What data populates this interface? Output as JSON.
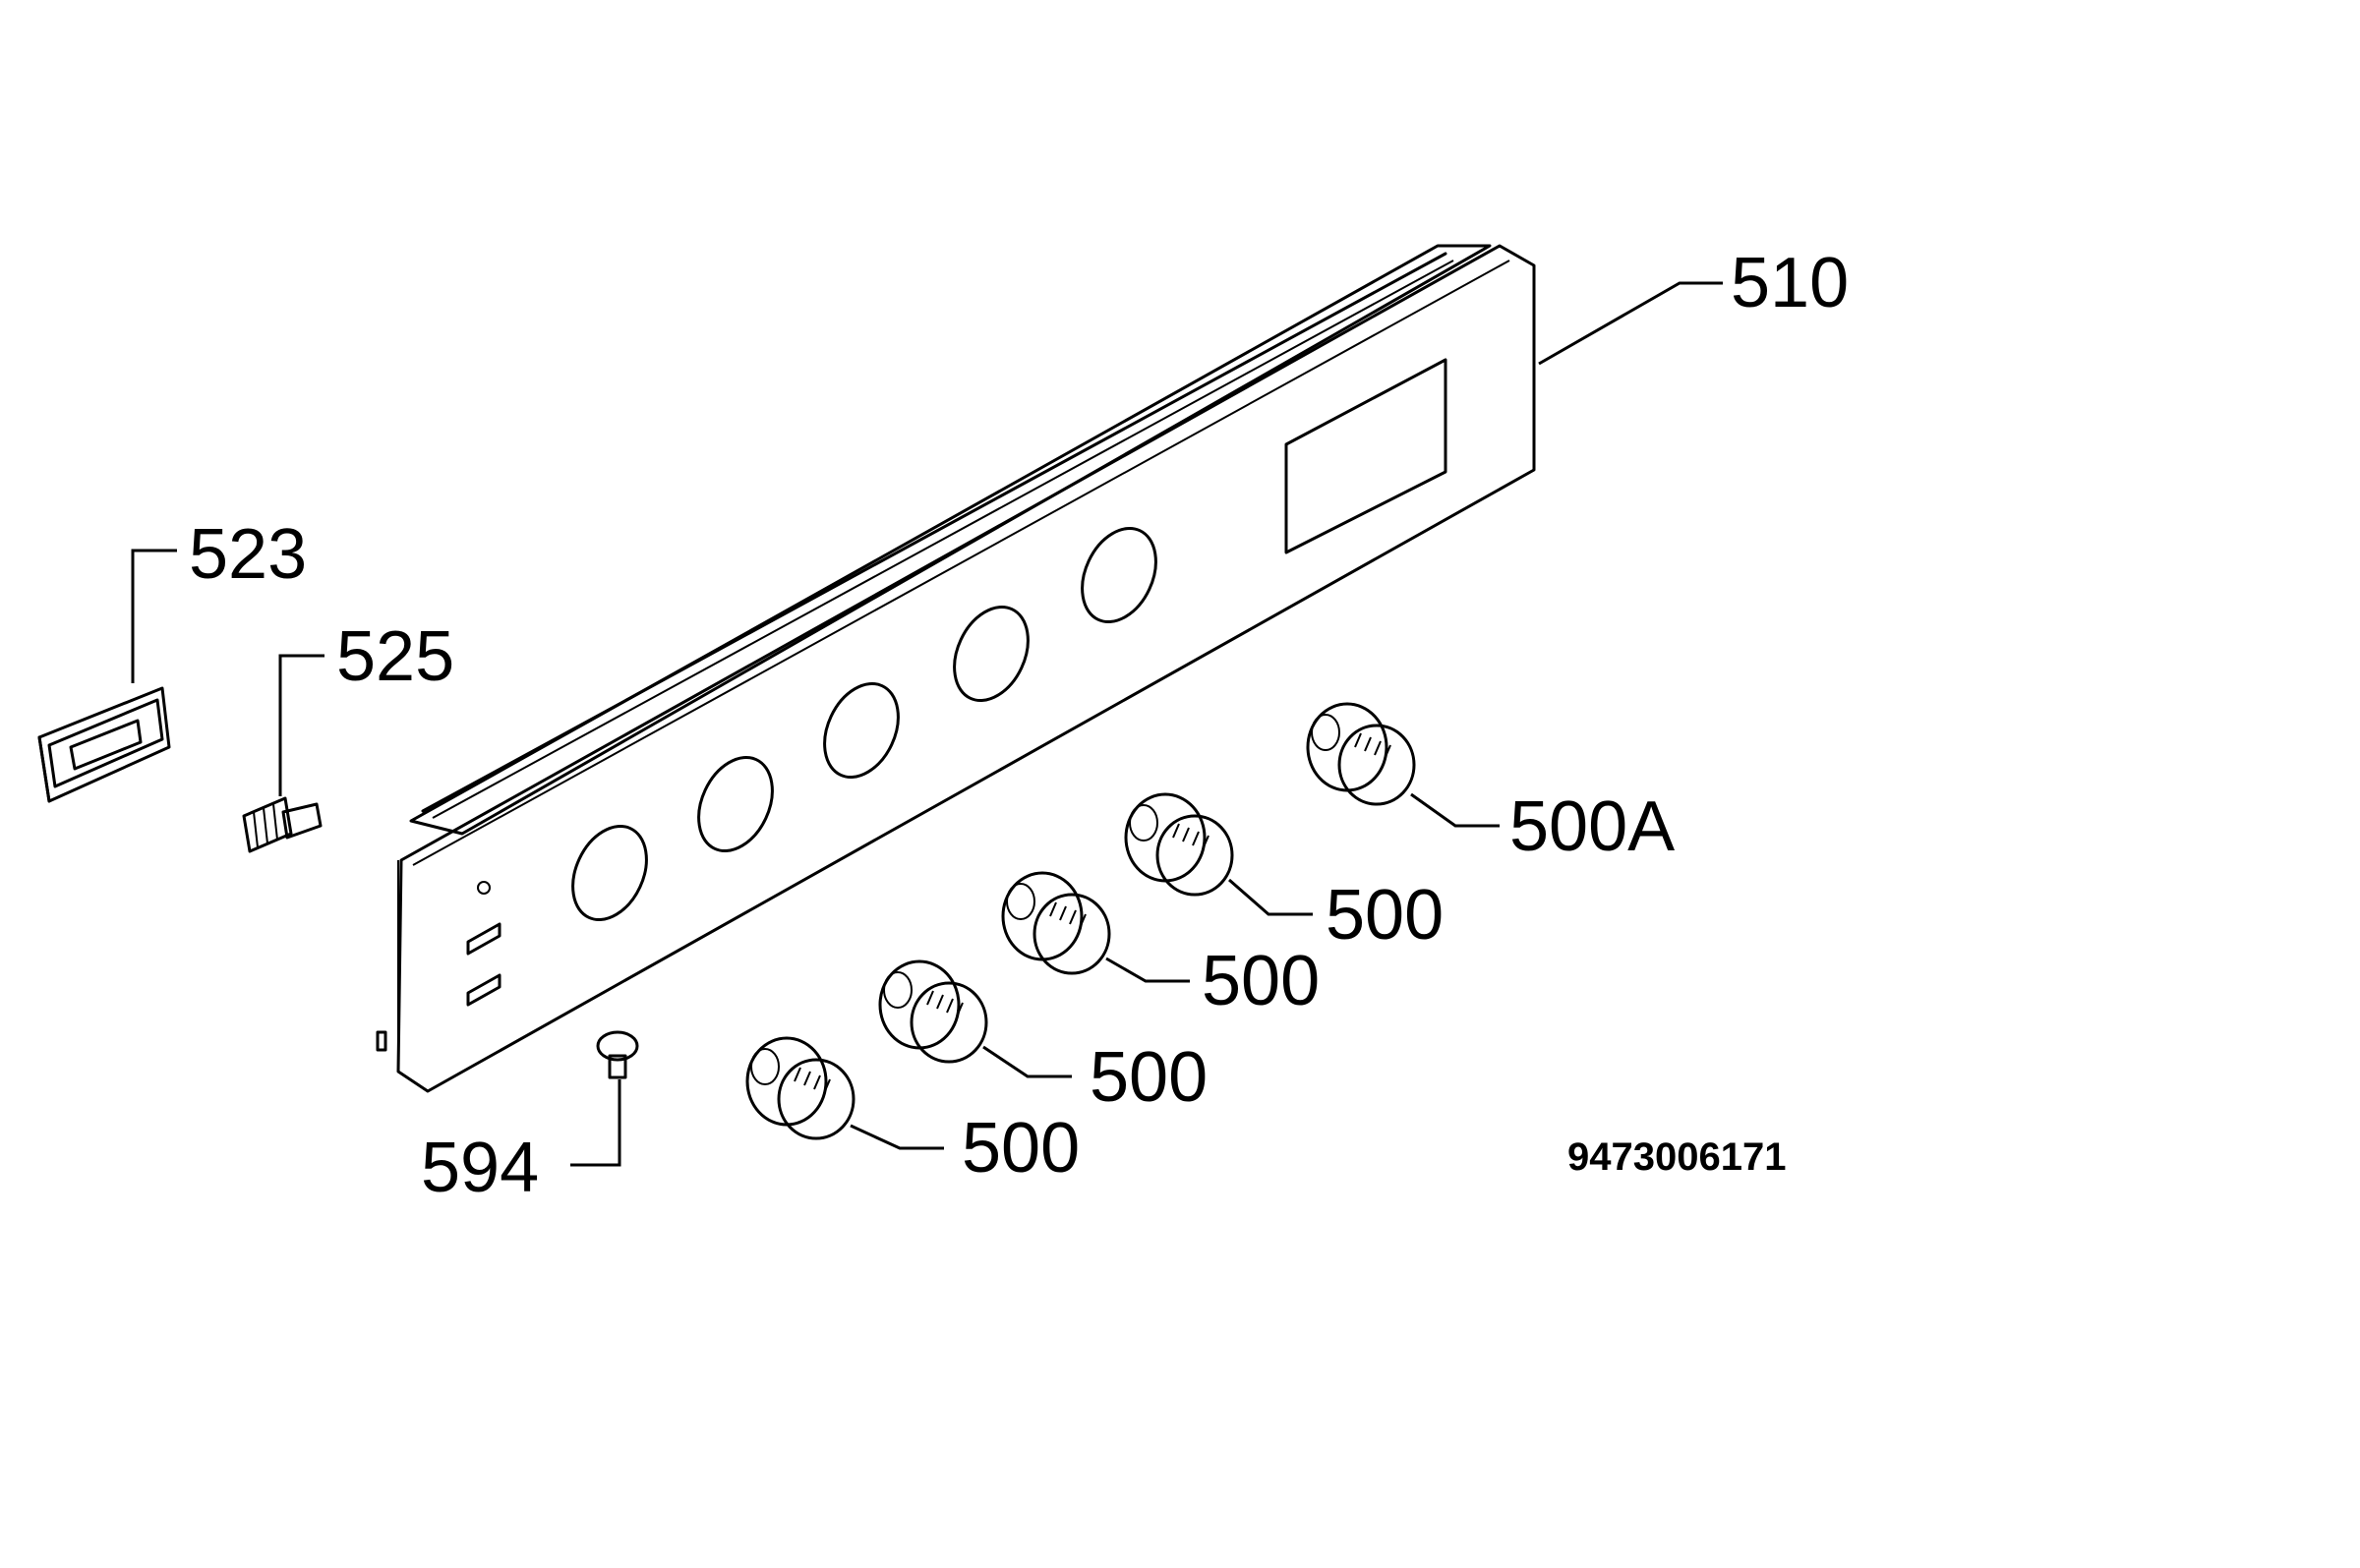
{
  "diagram": {
    "labels": {
      "panel": "510",
      "lamp_switch": "523",
      "switch": "525",
      "screw": "594",
      "knob_a": "500A",
      "knob": "500"
    },
    "document_number": "9473006171"
  }
}
